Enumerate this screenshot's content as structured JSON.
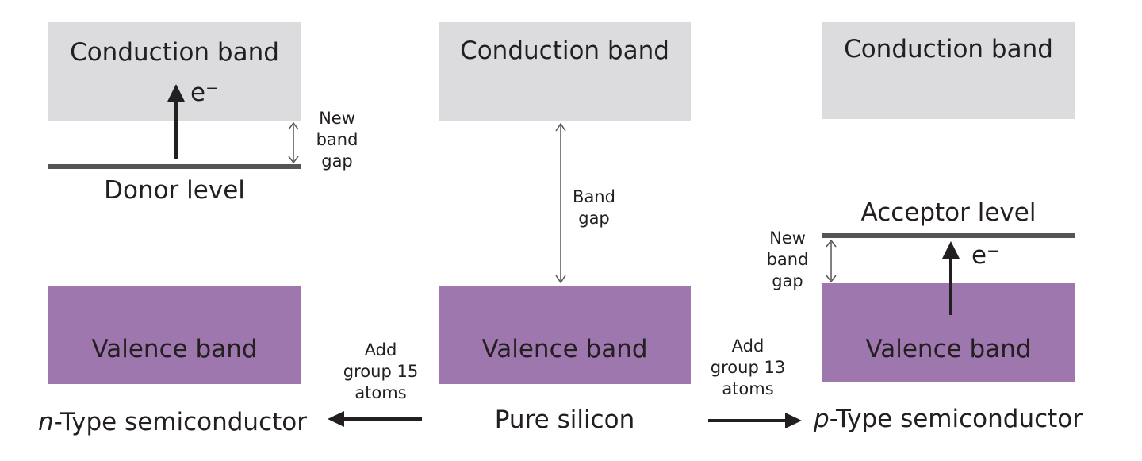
{
  "left": {
    "conduction_label": "Conduction band",
    "electron_label": "e⁻",
    "new_gap_line1": "New",
    "new_gap_line2": "band",
    "new_gap_line3": "gap",
    "level_label": "Donor level",
    "valence_label": "Valence band",
    "type_prefix": "n",
    "type_suffix": "-Type semiconductor"
  },
  "center": {
    "conduction_label": "Conduction band",
    "gap_line1": "Band",
    "gap_line2": "gap",
    "valence_label": "Valence band",
    "name": "Pure silicon"
  },
  "right": {
    "conduction_label": "Conduction band",
    "level_label": "Acceptor level",
    "electron_label": "e⁻",
    "new_gap_line1": "New",
    "new_gap_line2": "band",
    "new_gap_line3": "gap",
    "valence_label": "Valence band",
    "type_prefix": "p",
    "type_suffix": "-Type semiconductor"
  },
  "arrows": {
    "to_left_line1": "Add",
    "to_left_line2": "group 15",
    "to_left_line3": "atoms",
    "to_right_line1": "Add",
    "to_right_line2": "group 13",
    "to_right_line3": "atoms"
  },
  "colors": {
    "conduction": "#dcdcdf",
    "valence": "#9e77ae",
    "level_line": "#555555",
    "text": "#231f20"
  }
}
